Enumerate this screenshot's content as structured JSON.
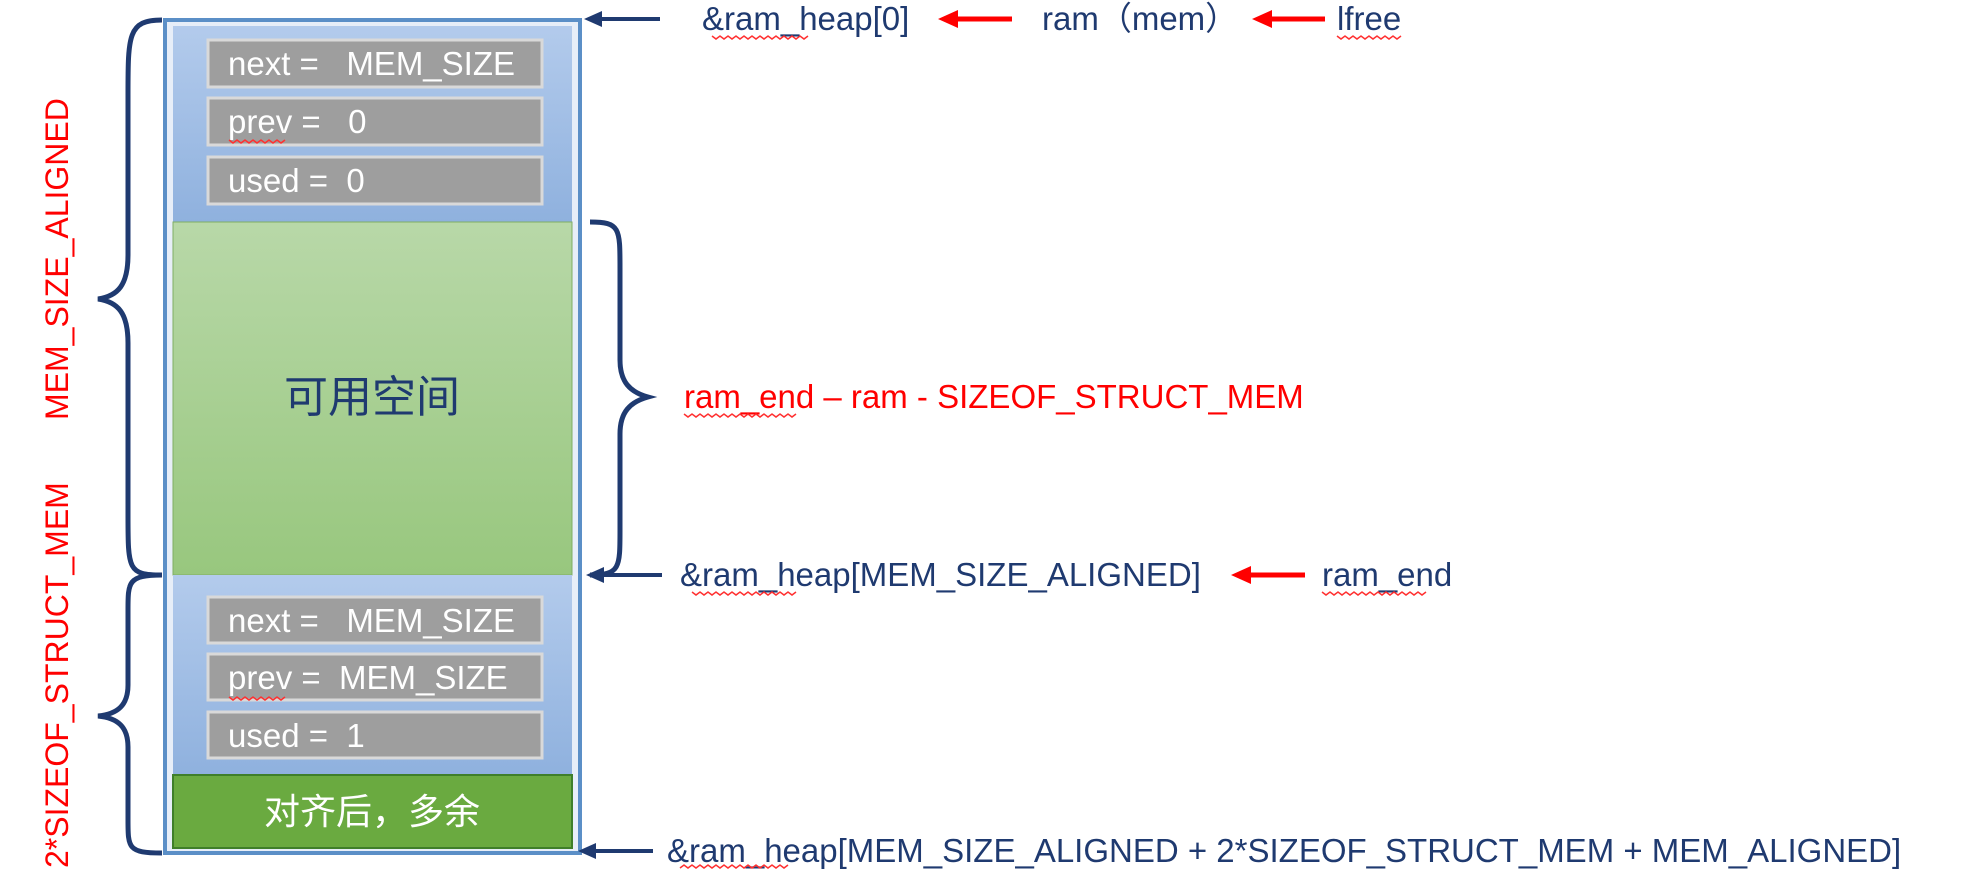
{
  "colors": {
    "navy": "#1f3a70",
    "red": "#ff0000",
    "outer_border": "#5b8fc7",
    "header_block": "#9dbbe2",
    "field_box": "#9e9e9e",
    "usable_space": "#a9d08e",
    "padding_block": "#6aaa40"
  },
  "head_struct": {
    "fields": [
      "next =   MEM_SIZE",
      "prev =   0",
      "used =  0"
    ]
  },
  "usable_space": {
    "label": "可用空间"
  },
  "tail_struct": {
    "fields": [
      "next =   MEM_SIZE",
      "prev =  MEM_SIZE",
      "used =  1"
    ]
  },
  "padding_block": {
    "label": "对齐后，多余"
  },
  "left_labels": {
    "top": "MEM_SIZE_ALIGNED",
    "bottom": "2*SIZEOF_STRUCT_MEM"
  },
  "annotations": {
    "top": {
      "addr": "&ram_heap[0]",
      "alias1": "ram（mem）",
      "alias2": "lfree"
    },
    "middle": {
      "expr": "ram_end – ram - SIZEOF_STRUCT_MEM"
    },
    "end": {
      "addr": "&ram_heap[MEM_SIZE_ALIGNED]",
      "alias": "ram_end"
    },
    "bottom": {
      "addr": "&ram_heap[MEM_SIZE_ALIGNED + 2*SIZEOF_STRUCT_MEM + MEM_ALIGNED]"
    }
  }
}
